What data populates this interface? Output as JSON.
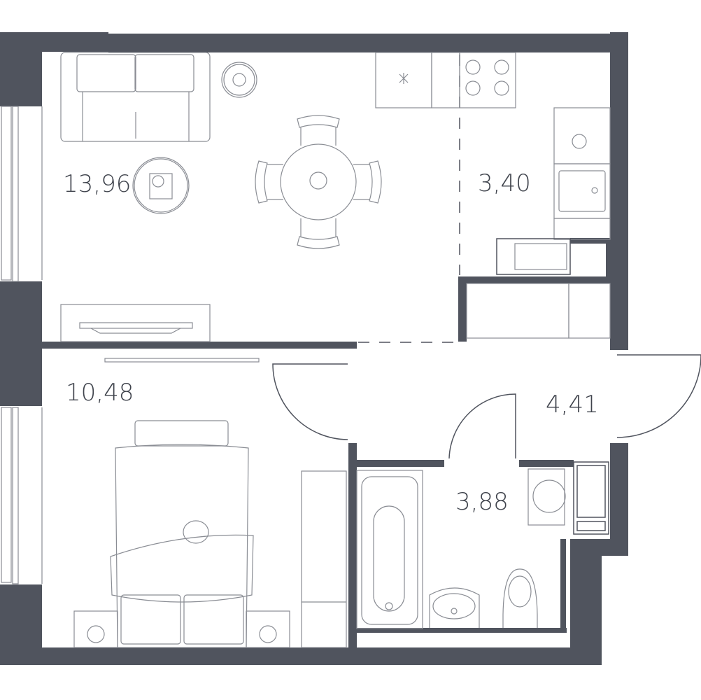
{
  "plan": {
    "wall_color": "#50545e",
    "rooms": [
      {
        "name": "living-room",
        "area": "13,96"
      },
      {
        "name": "kitchen",
        "area": "3,40"
      },
      {
        "name": "bedroom",
        "area": "10,48"
      },
      {
        "name": "hallway",
        "area": "4,41"
      },
      {
        "name": "bathroom",
        "area": "3,88"
      }
    ]
  }
}
